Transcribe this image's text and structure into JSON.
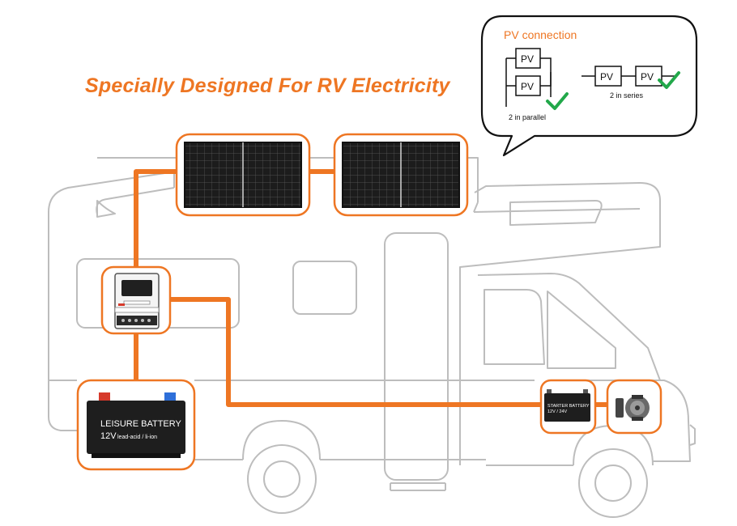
{
  "title": "Specially Designed For RV Electricity",
  "pv_connection": {
    "heading": "PV connection",
    "module_label": "PV",
    "parallel_caption": "2 in parallel",
    "series_caption": "2 in series"
  },
  "leisure_battery": {
    "title": "LEISURE BATTERY",
    "voltage": "12V",
    "chemistry": "lead-acid / li-ion"
  },
  "starter_battery": {
    "title": "STARTER BATTERY",
    "voltage": "12V / 24V"
  },
  "colors": {
    "accent": "#ee7623",
    "outline": "#b9b9b9",
    "check": "#22a84a",
    "panel": "#1c1c1c"
  },
  "icons": [
    "solar-panel-icon",
    "charge-controller-icon",
    "battery-icon",
    "alternator-icon",
    "checkmark-icon"
  ]
}
